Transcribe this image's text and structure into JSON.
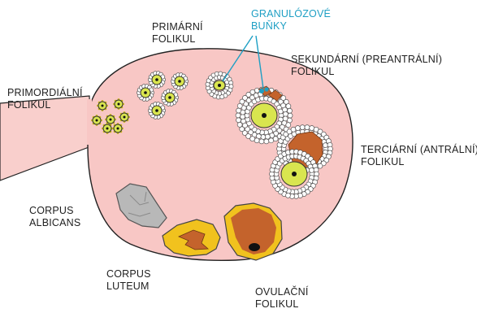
{
  "labels": {
    "granulosa": {
      "line1": "GRANULÓZOVÉ",
      "line2": "BUŇKY"
    },
    "primary": {
      "line1": "PRIMÁRNÍ",
      "line2": "FOLIKUL"
    },
    "secondary": {
      "line1": "SEKUNDÁRNÍ (PREANTRÁLNÍ)",
      "line2": "FOLIKUL"
    },
    "primordial": {
      "line1": "PRIMORDIÁLNÍ",
      "line2": "FOLIKUL"
    },
    "tertiary": {
      "line1": "TERCIÁRNÍ (ANTRÁLNÍ)",
      "line2": "FOLIKUL"
    },
    "corpus_albicans": {
      "line1": "CORPUS",
      "line2": "ALBICANS"
    },
    "corpus_luteum": {
      "line1": "CORPUS",
      "line2": "LUTEUM"
    },
    "ovulatory": {
      "line1": "OVULAČNÍ",
      "line2": "FOLIKUL"
    }
  },
  "colors": {
    "ovary_fill": "#f8c7c5",
    "ligament_fill": "#f9cfcc",
    "oocyte_fill": "#d9e54f",
    "nucleus": "#111111",
    "granulosa_cell": "#ffffff",
    "antrum": "#c4632c",
    "corpus_albicans": "#b8b8b8",
    "corpus_luteum_outer": "#f1c21e",
    "corpus_luteum_inner": "#c4632c",
    "label_text": "#1f1f1f",
    "granulosa_label": "#1e9fc4"
  }
}
